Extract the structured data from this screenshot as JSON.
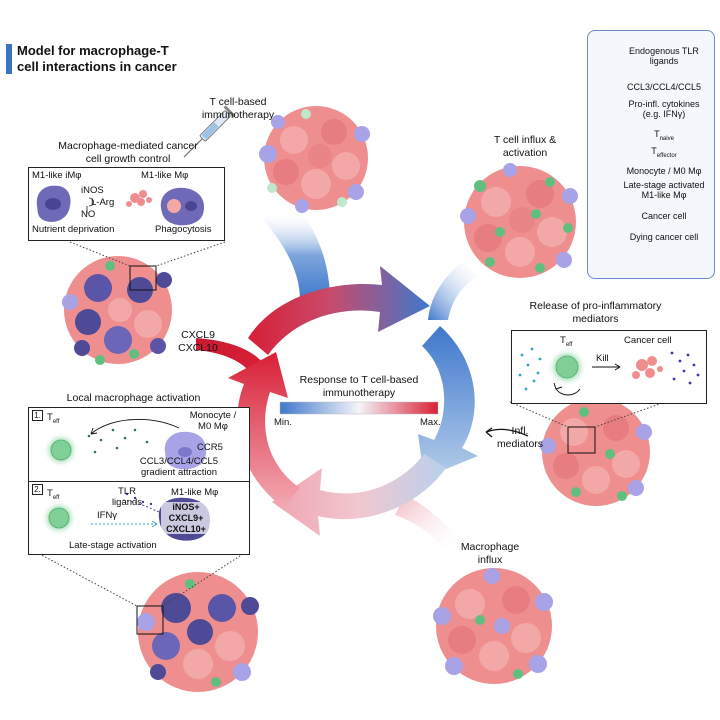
{
  "title": "Model for macrophage-T cell interactions in cancer",
  "title_lines": [
    "Model for macrophage-T",
    "cell interactions in cancer"
  ],
  "legend": [
    {
      "label": "Endogenous TLR ligands",
      "lines": [
        "Endogenous TLR",
        "ligands"
      ],
      "icon": "tlr-ligands-icon"
    },
    {
      "label": "CCL3/CCL4/CCL5",
      "lines": [
        "CCL3/CCL4/CCL5"
      ],
      "icon": "chemokine-dots-icon"
    },
    {
      "label": "Pro-infl. cytokines (e.g. IFNγ)",
      "lines": [
        "Pro-infl. cytokines",
        "(e.g. IFNγ)"
      ],
      "icon": "cytokine-dots-icon"
    },
    {
      "label": "T naive",
      "main": "T",
      "sub": "naive",
      "icon": "t-naive-cell-icon"
    },
    {
      "label": "T effector",
      "main": "T",
      "sub": "effector",
      "icon": "t-effector-cell-icon"
    },
    {
      "label": "Monocyte / M0 Mφ",
      "lines": [
        "Monocyte / M0 Mφ"
      ],
      "icon": "monocyte-icon"
    },
    {
      "label": "Late-stage activated M1-like Mφ",
      "lines": [
        "Late-stage activated",
        "M1-like Mφ"
      ],
      "icon": "m1-macrophage-icon"
    },
    {
      "label": "Cancer cell",
      "lines": [
        "Cancer cell"
      ],
      "icon": "cancer-cell-icon"
    },
    {
      "label": "Dying cancer cell",
      "lines": [
        "Dying cancer cell"
      ],
      "icon": "dying-cancer-cell-icon"
    }
  ],
  "steps": {
    "immunotherapy": [
      "T cell-based",
      "immunotherapy"
    ],
    "t_cell_influx": [
      "T cell influx &",
      "activation"
    ],
    "release": [
      "Release of pro-inflammatory",
      "mediators"
    ],
    "macrophage_influx": [
      "Macrophage",
      "influx"
    ],
    "local_activation": "Local macrophage activation",
    "growth_control": [
      "Macrophage-mediated cancer",
      "cell growth control"
    ]
  },
  "growth_box": {
    "m1_left": "M1-like iMφ",
    "m1_right": "M1-like Mφ",
    "inos": "iNOS",
    "larg": "L-Arg",
    "no": "NO",
    "nutrient": "Nutrient deprivation",
    "phago": "Phagocytosis"
  },
  "chemokines_label": [
    "CXCL9",
    "CXCL10"
  ],
  "release_box": {
    "teff_main": "T",
    "teff_sub": "eff",
    "kill": "Kill",
    "cancer_cell": "Cancer cell"
  },
  "infl_mediators": [
    "Infl.",
    "mediators"
  ],
  "local_box": {
    "step1": "1.",
    "step2": "2.",
    "teff_main": "T",
    "teff_sub": "eff",
    "monocyte": [
      "Monocyte /",
      "M0 Mφ"
    ],
    "ccr5": "CCR5",
    "gradient": [
      "CCL3/CCL4/CCL5",
      "gradient attraction"
    ],
    "tlr": [
      "TLR",
      "ligands"
    ],
    "ifng": "IFNγ",
    "m1": "M1-like Mφ",
    "markers": [
      "iNOS+",
      "CXCL9+",
      "CXCL10+"
    ],
    "late": "Late-stage activation"
  },
  "response": {
    "title": [
      "Response to T cell-based",
      "immunotherapy"
    ],
    "min": "Min.",
    "max": "Max."
  },
  "colors": {
    "blue": "#3f78cc",
    "light_blue": "#a9c4e6",
    "red": "#d81f36",
    "pink": "#ef9aa6",
    "cancer": "#ee8e8f",
    "monocyte": "#a7a3e6",
    "m1": "#4f4a96",
    "t_cell": "#8fd6a6"
  }
}
